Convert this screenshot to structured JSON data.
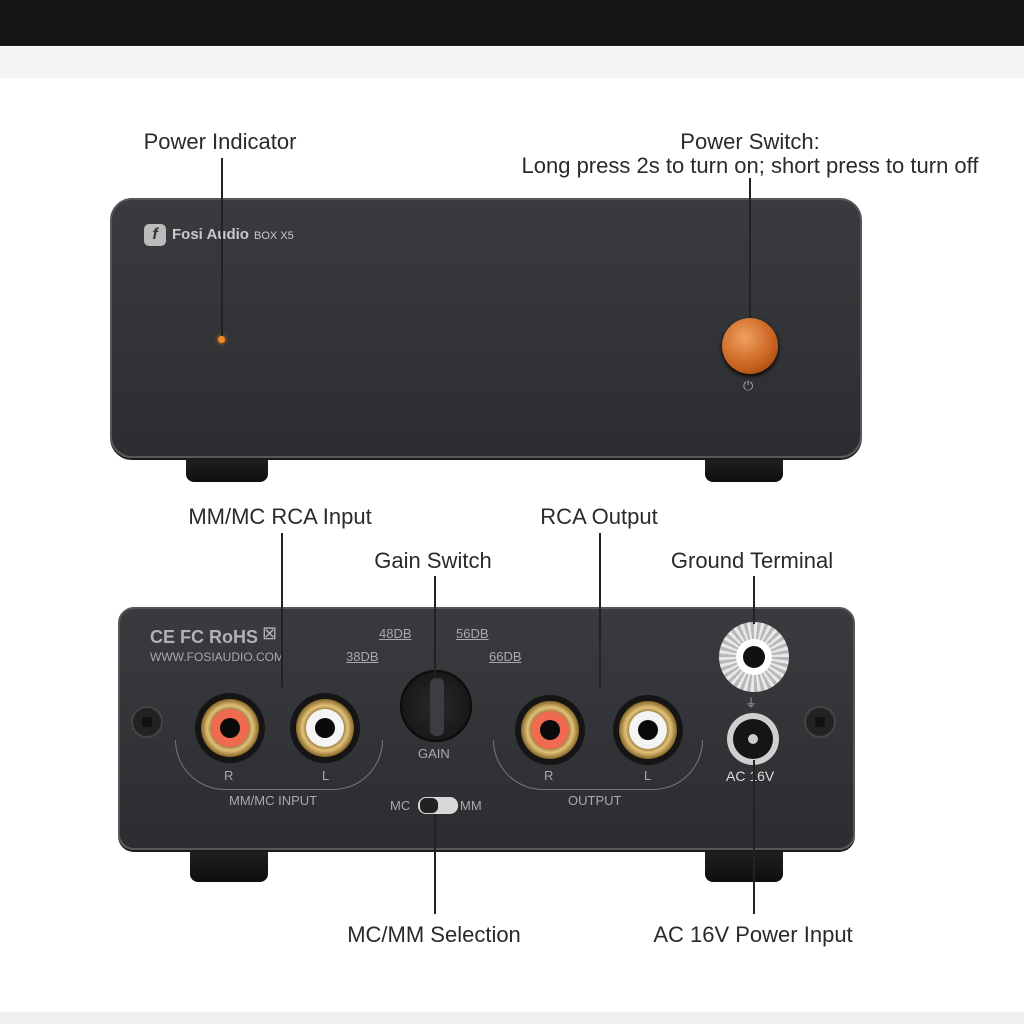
{
  "callouts": {
    "power_indicator": "Power Indicator",
    "power_switch_title": "Power Switch:",
    "power_switch_desc": "Long press 2s to turn on; short press to turn off",
    "rca_input": "MM/MC RCA Input",
    "gain_switch": "Gain Switch",
    "rca_output": "RCA Output",
    "ground_terminal": "Ground Terminal",
    "mc_mm_selection": "MC/MM Selection",
    "ac_power_input": "AC 16V Power Input"
  },
  "front": {
    "brand": "Fosi Audio",
    "model": "BOX X5"
  },
  "back": {
    "certs": "CE FC RoHS",
    "website": "WWW.FOSIAUDIO.COM",
    "gain_options": [
      "38DB",
      "48DB",
      "56DB",
      "66DB"
    ],
    "gain_label": "GAIN",
    "input_label": "MM/MC INPUT",
    "output_label": "OUTPUT",
    "right": "R",
    "left": "L",
    "mc": "MC",
    "mm": "MM",
    "ac": "AC 16V"
  },
  "colors": {
    "accent": "#e0782a",
    "panel": "#333437"
  }
}
